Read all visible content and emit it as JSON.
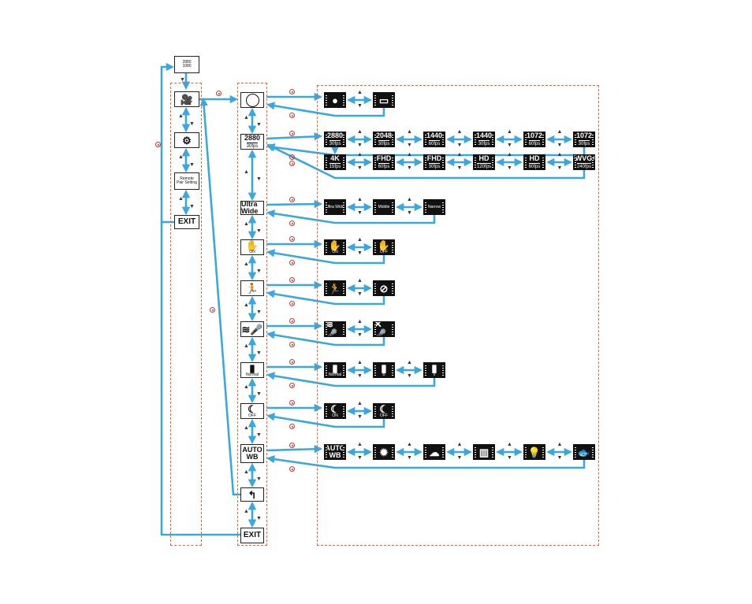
{
  "colors": {
    "arrow": "#3aa8df",
    "frame": "#e8642a",
    "ok": "#c0392b",
    "icon": "#111111"
  },
  "left_menu": [
    {
      "name": "video-mode-icon",
      "symbol": "🎥",
      "x": 0
    },
    {
      "name": "settings-gear-icon",
      "symbol": "⚙"
    },
    {
      "name": "remote-pair-icon",
      "lines": [
        "Remote",
        "Pair Setting"
      ]
    },
    {
      "name": "exit-button-left",
      "label": "EXIT"
    }
  ],
  "mid_menu": [
    {
      "name": "video-fov-item",
      "kind": "circle"
    },
    {
      "name": "resolution-item",
      "label": "2880",
      "sub": "30fps"
    },
    {
      "name": "field-of-view-item",
      "label": "Ultra Wide"
    },
    {
      "name": "image-stabilization-item",
      "symbol": "✋",
      "sub": "ON"
    },
    {
      "name": "motion-detection-item",
      "symbol": "🏃"
    },
    {
      "name": "wind-noise-item",
      "symbol": "≋🎤"
    },
    {
      "name": "color-mode-item",
      "symbol": "▮",
      "sub": "Normal"
    },
    {
      "name": "night-mode-item",
      "symbol": "☾",
      "sub": "OFF"
    },
    {
      "name": "white-balance-item",
      "label": "AUTO",
      "sub2": "WB"
    },
    {
      "name": "back-item",
      "symbol": "↰"
    },
    {
      "name": "exit-button-mid",
      "label": "EXIT"
    }
  ],
  "rows": [
    {
      "options": [
        {
          "symbol": "●"
        },
        {
          "symbol": "▭"
        }
      ]
    },
    {
      "options": [
        {
          "label": "2880",
          "sub": "30fps"
        },
        {
          "label": "2048",
          "sub": "30fps"
        },
        {
          "label": "1440",
          "sub": "60fps"
        },
        {
          "label": "1440",
          "sub": "30fps"
        },
        {
          "label": "1072",
          "sub": "60fps"
        },
        {
          "label": "1072",
          "sub": "30fps"
        }
      ]
    },
    {
      "options": [
        {
          "label": "4K",
          "sub": "15fps"
        },
        {
          "label": "FHD",
          "sub": "60fps"
        },
        {
          "label": "FHD",
          "sub": "30fps"
        },
        {
          "label": "HD",
          "sub": "120fps"
        },
        {
          "label": "HD",
          "sub": "60fps"
        },
        {
          "label": "FWVGA",
          "sub": "240fps"
        }
      ]
    },
    {
      "options": [
        {
          "small": "Ultra Wide"
        },
        {
          "small": "Middle"
        },
        {
          "small": "Narrow"
        }
      ]
    },
    {
      "options": [
        {
          "symbol": "✋",
          "sub": "ON"
        },
        {
          "symbol": "✋",
          "sub": "OFF"
        }
      ]
    },
    {
      "options": [
        {
          "symbol": "🏃"
        },
        {
          "symbol": "⊘"
        }
      ]
    },
    {
      "options": [
        {
          "symbol": "≋🎤"
        },
        {
          "symbol": "✕🎤"
        }
      ]
    },
    {
      "options": [
        {
          "symbol": "▮",
          "sub": "Normal"
        },
        {
          "symbol": "▮",
          "sub": "B"
        },
        {
          "symbol": "▮",
          "sub": "V"
        }
      ]
    },
    {
      "options": [
        {
          "symbol": "☾",
          "sub": "ON"
        },
        {
          "symbol": "☾",
          "sub": "OFF"
        }
      ]
    },
    {
      "options": [
        {
          "label": "AUTO",
          "sub2": "WB"
        },
        {
          "symbol": "✹"
        },
        {
          "symbol": "☁"
        },
        {
          "symbol": "▥"
        },
        {
          "symbol": "💡"
        },
        {
          "symbol": "🐟"
        }
      ]
    }
  ],
  "top_status": {
    "lines": [
      "2880",
      "1080"
    ]
  }
}
